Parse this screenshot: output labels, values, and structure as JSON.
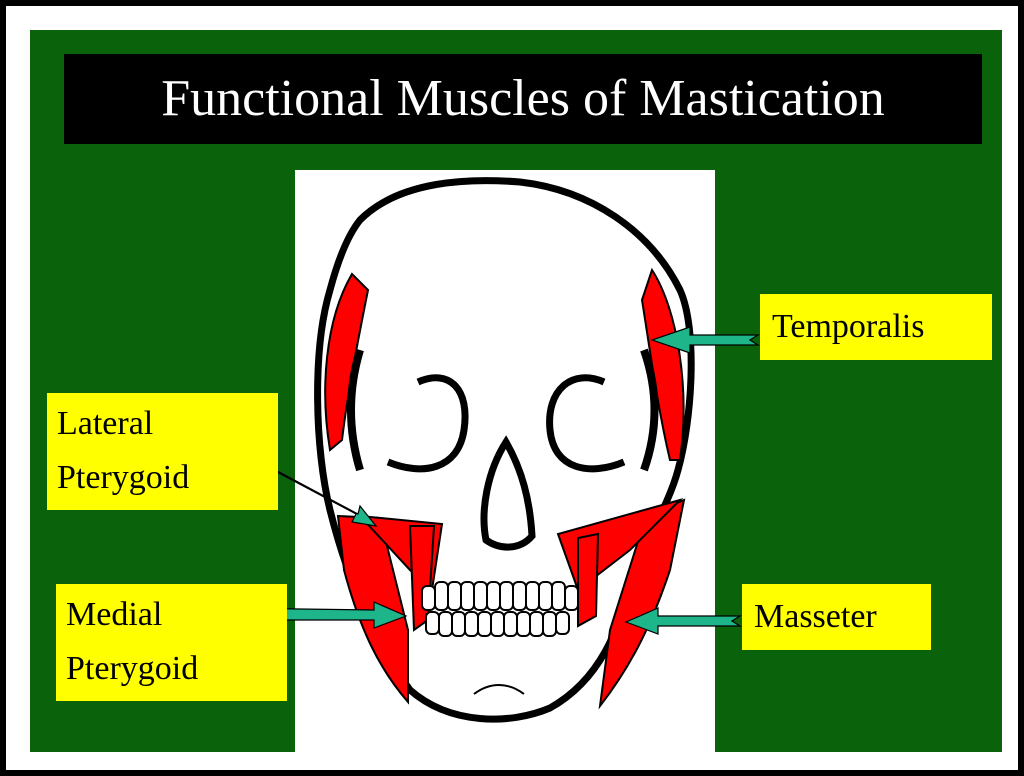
{
  "title": "Functional Muscles of Mastication",
  "labels": {
    "temporalis": "Temporalis",
    "lateral_line1": "Lateral",
    "lateral_line2": "Pterygoid",
    "medial_line1": "Medial",
    "medial_line2": "Pterygoid",
    "masseter": "Masseter"
  },
  "colors": {
    "background": "#0a620a",
    "title_bar": "#000000",
    "label_box": "#ffff00",
    "muscle": "#ff0000",
    "arrow": "#1fb58a",
    "outline": "#000000"
  }
}
